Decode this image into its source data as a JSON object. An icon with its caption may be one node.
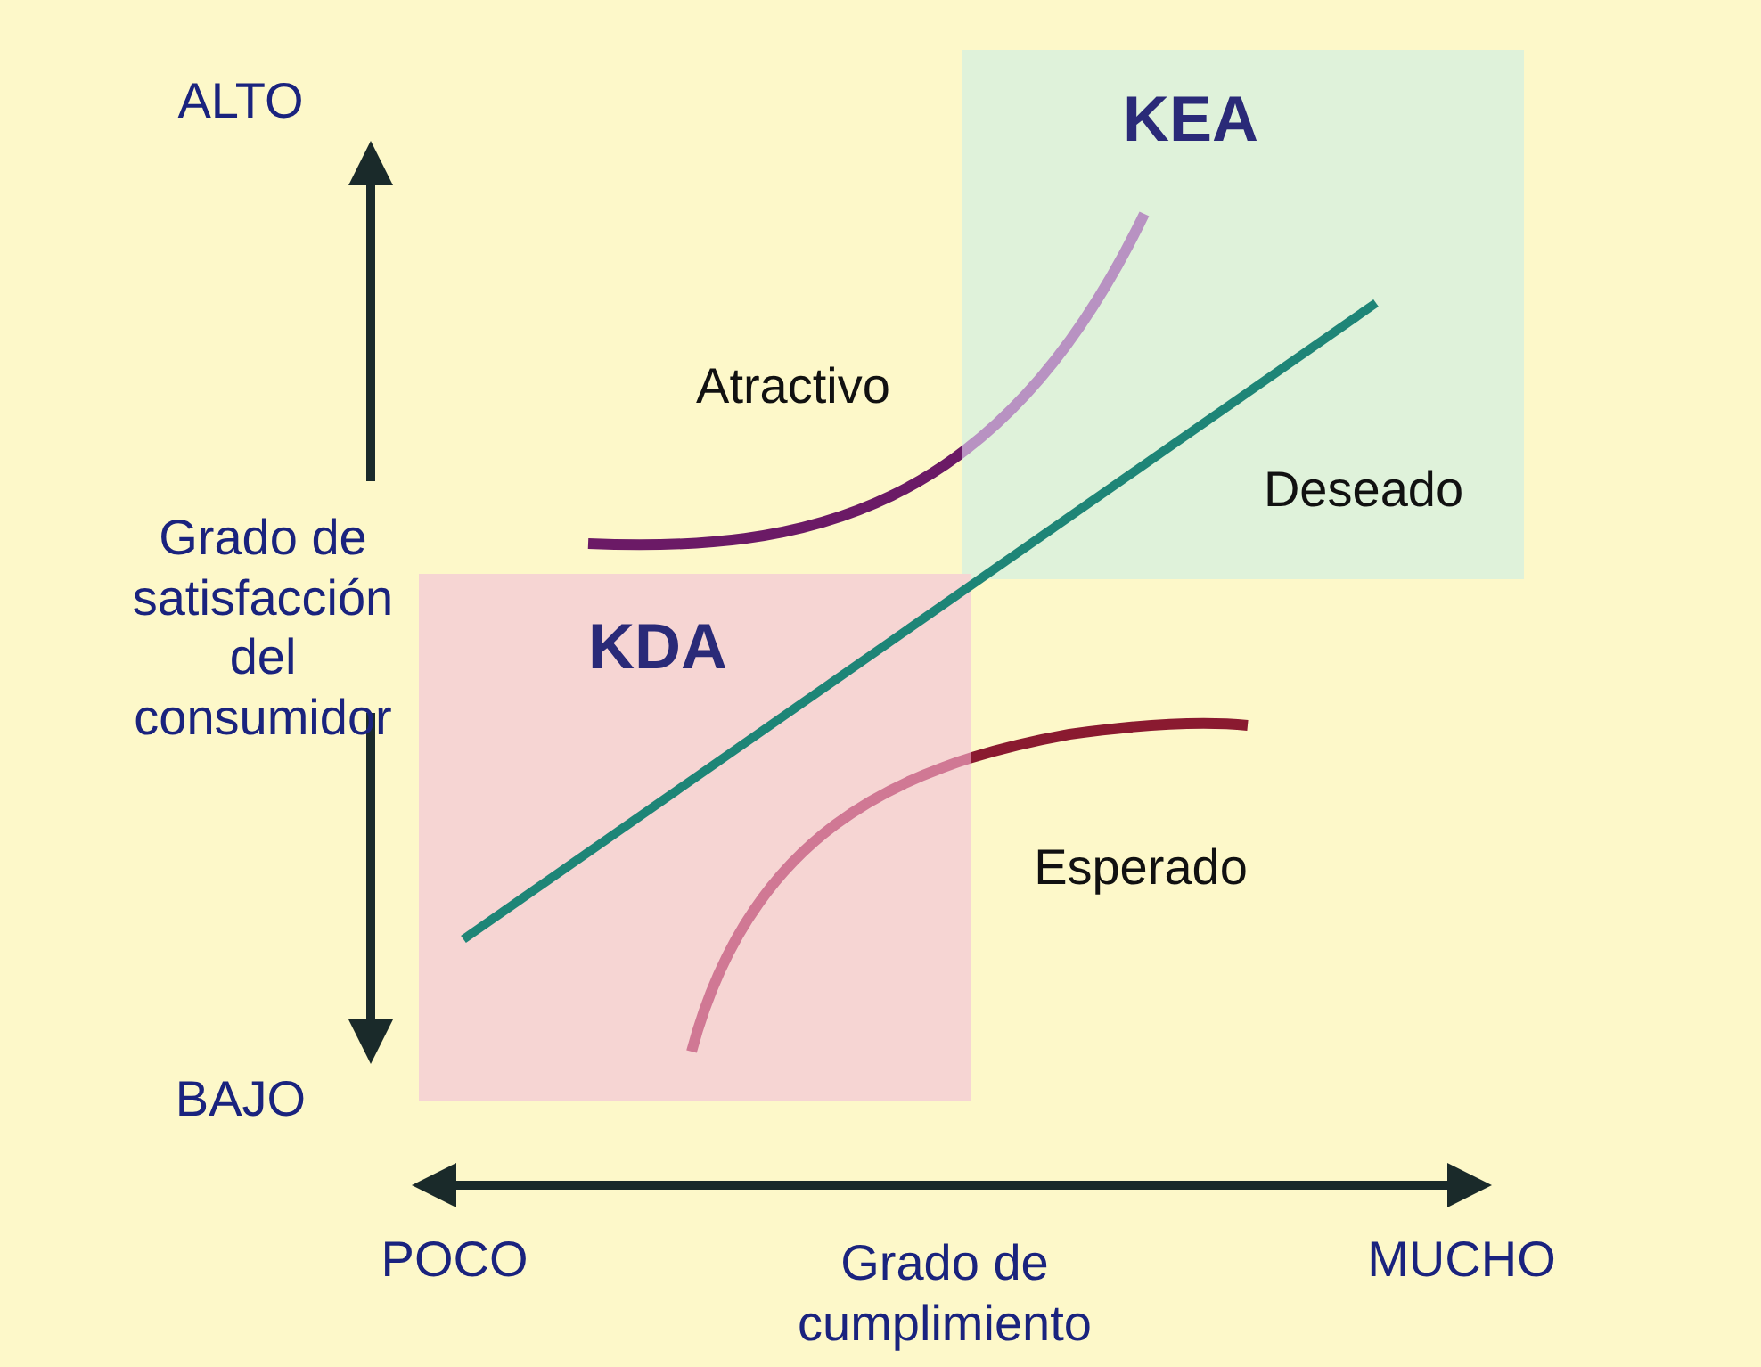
{
  "diagram": {
    "nodes": [
      {
        "text": [
          "KEA"
        ]
      },
      {
        "text": [
          "KDA"
        ]
      }
    ],
    "labels": [
      "ALTO",
      "Atractivo",
      "Deseado",
      "Grado de satisfacción del consumidor",
      "Esperado",
      "BAJO",
      "POCO",
      "Grado de cumplimiento",
      "MUCHO"
    ]
  }
}
